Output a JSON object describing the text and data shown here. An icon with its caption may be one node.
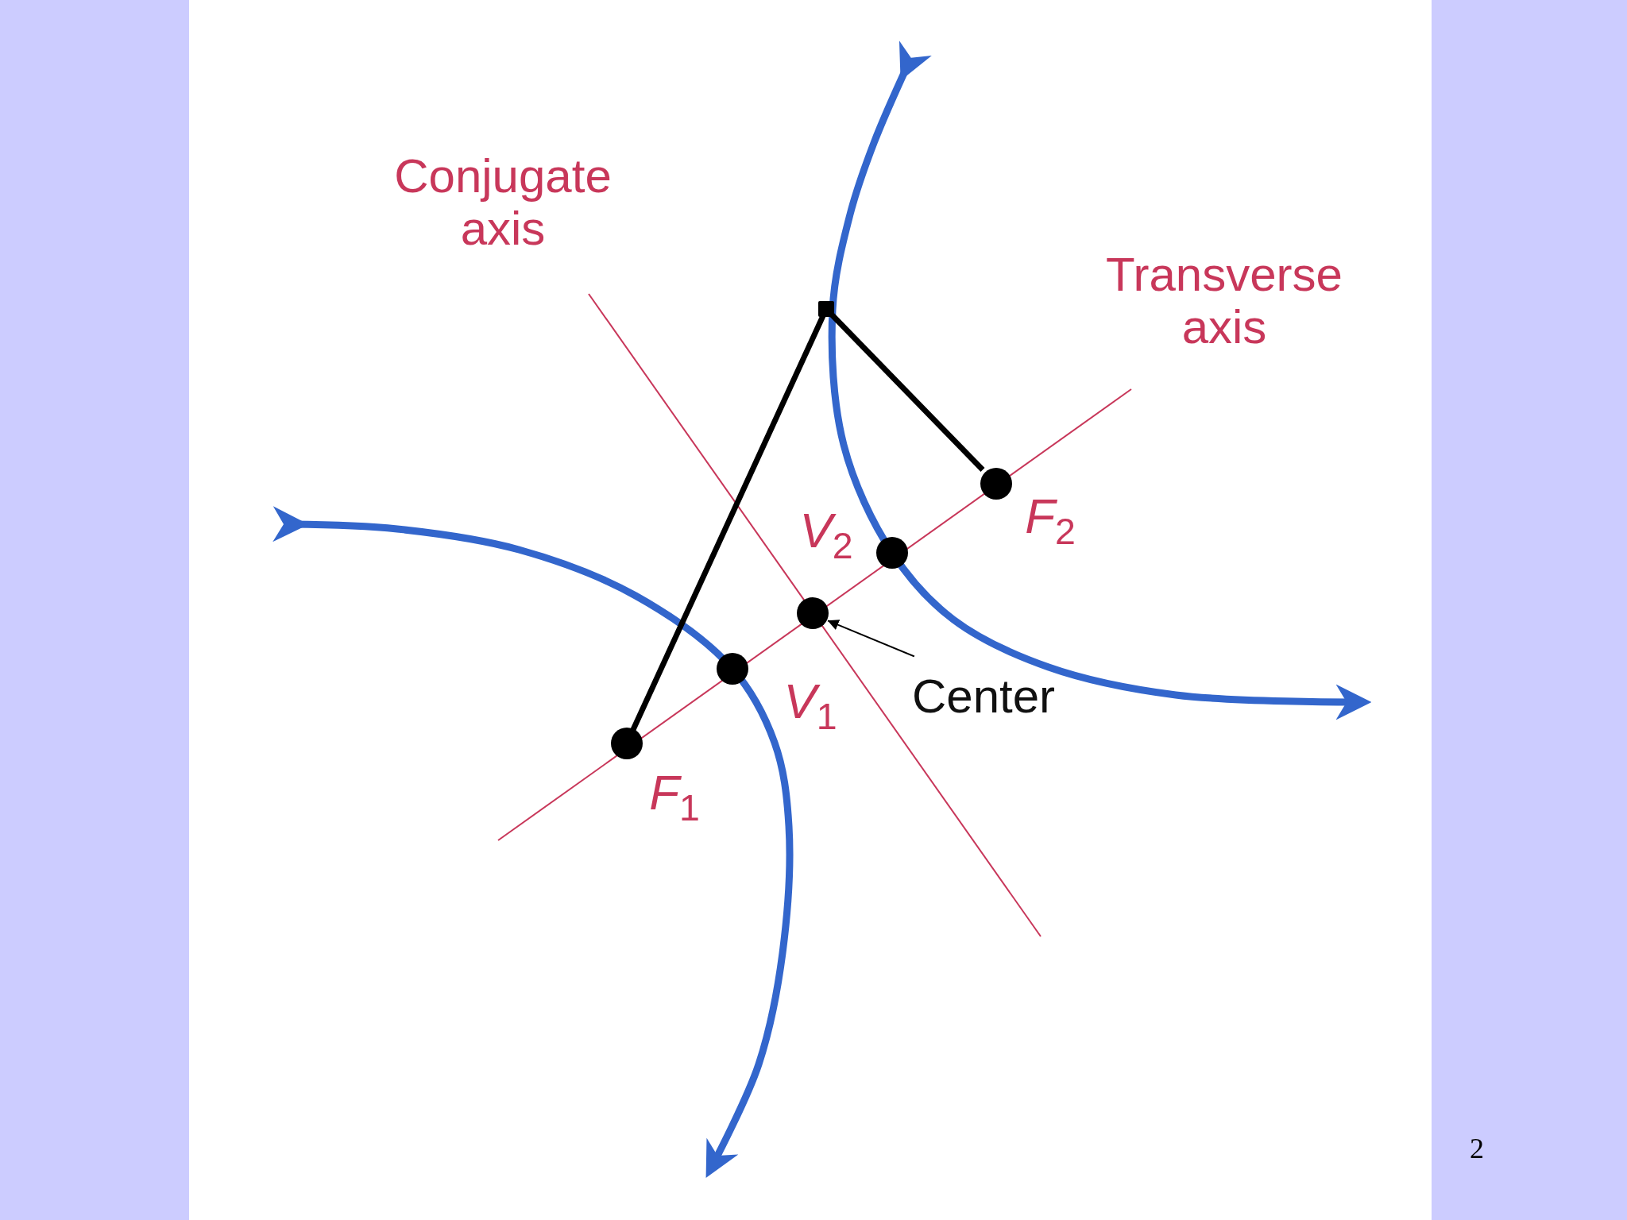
{
  "diagram": {
    "nodes": [
      {
        "text": [
          "Conjugate axis"
        ]
      },
      {
        "text": [
          "Transverse axis"
        ]
      },
      {
        "text": [],
        "shape": "circle",
        "beside": [
          "*F*$_{1}$"
        ]
      },
      {
        "text": [],
        "shape": "circle",
        "beside": [
          "*V*$_{1}$"
        ]
      },
      {
        "text": [],
        "shape": "circle"
      },
      {
        "text": [],
        "shape": "circle",
        "beside": [
          "*V*$_{2}$"
        ]
      },
      {
        "text": [],
        "shape": "circle",
        "beside": [
          "*F*$_{2}$"
        ]
      },
      {
        "text": [],
        "shape": "box"
      },
      {
        "text": [
          "Center"
        ]
      }
    ],
    "edges": [
      {
        "from": 2,
        "to": 7,
        "arrow": "none"
      },
      {
        "from": 7,
        "to": 6,
        "arrow": "none"
      },
      {
        "from": 8,
        "to": 4,
        "arrow": "to"
      }
    ],
    "labels": [
      "2"
    ]
  }
}
